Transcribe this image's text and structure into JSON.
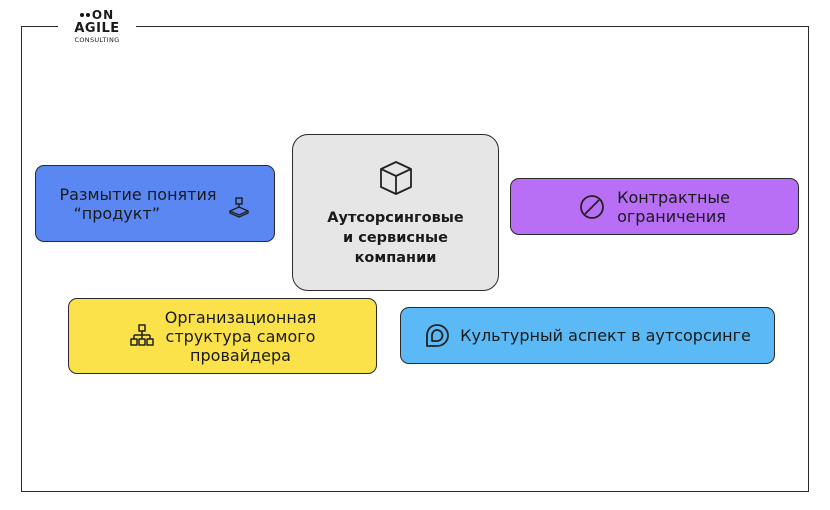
{
  "logo": {
    "brand_top": "ON",
    "brand_main": "AGILE",
    "brand_sub": "CONSULTING"
  },
  "center": {
    "label_line1": "Аутсорсинговые",
    "label_line2": "и сервисные",
    "label_line3": "компании",
    "icon": "cube-icon"
  },
  "nodes": [
    {
      "line1": "Размытие понятия",
      "line2": "“продукт”",
      "icon": "abstract-shape-icon",
      "color": "#5b87f3"
    },
    {
      "line1": "Контрактные",
      "line2": "ограничения",
      "icon": "prohibited-icon",
      "color": "#b86ef5"
    },
    {
      "line1": "Организационная",
      "line2": "структура самого",
      "line3": "провайдера",
      "icon": "org-chart-icon",
      "color": "#fbe24a"
    },
    {
      "line1": "Культурный аспект в аутсорсинге",
      "icon": "speech-bubble-icon",
      "color": "#5bbaf5"
    }
  ]
}
